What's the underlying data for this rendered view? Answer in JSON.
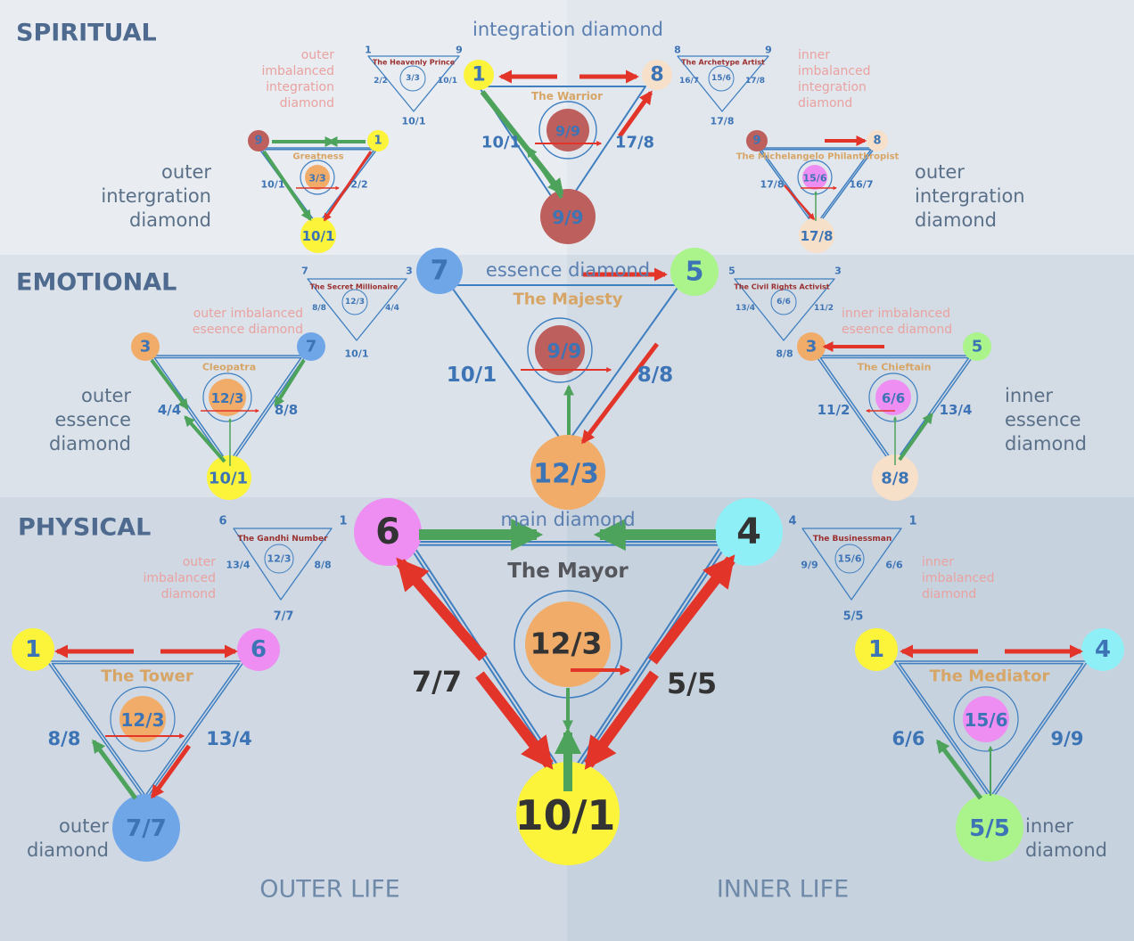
{
  "colors": {
    "band_spiritual_left": "#e9ecf1",
    "band_spiritual_right": "#e2e7ee",
    "band_emotional_left": "#dbe2ea",
    "band_emotional_right": "#d3dbe4",
    "band_physical_left": "#cfd8e3",
    "band_physical_right": "#c7d2df",
    "line_blue": "#3f7fc0",
    "text_blue": "#3d74b5",
    "level_label": "#4e6a8e",
    "caption_pink": "#e9a2a0",
    "title_gold": "#d7a566",
    "prince_red": "#9a2f2f",
    "arrow_red": "#e3342a",
    "arrow_green": "#4ea35c",
    "yellow": "#fbf43a",
    "pink": "#ee8ef2",
    "cyan": "#8ef0f6",
    "orange": "#f0ac68",
    "dark_red": "#bd5f5d",
    "blue": "#6fa6e8",
    "green": "#abf48c",
    "peach": "#f7e0ca",
    "dark_text": "#333333"
  },
  "levels": {
    "spiritual": "SPIRITUAL",
    "emotional": "EMOTIONAL",
    "physical": "PHYSICAL"
  },
  "footer": {
    "outer_life": "OUTER LIFE",
    "inner_life": "INNER LIFE"
  },
  "labels": {
    "integration_diamond": "integration diamond",
    "essence_diamond": "essence diamond",
    "main_diamond": "main diamond",
    "outer_imbalanced_integration": [
      "outer",
      "imbalanced",
      "integration",
      "diamond"
    ],
    "inner_imbalanced_integration": [
      "inner",
      "imbalanced",
      "integration",
      "diamond"
    ],
    "outer_integration": [
      "outer",
      "intergration",
      "diamond"
    ],
    "inner_integration": [
      "outer",
      "intergration",
      "diamond"
    ],
    "outer_imbalanced_essence": [
      "outer imbalanced",
      "eseence diamond"
    ],
    "inner_imbalanced_essence": [
      "inner imbalanced",
      "eseence diamond"
    ],
    "outer_essence": [
      "outer",
      "essence",
      "diamond"
    ],
    "inner_essence": [
      "inner",
      "essence",
      "diamond"
    ],
    "outer_imbalanced_physical": [
      "outer",
      "imbalanced",
      "diamond"
    ],
    "inner_imbalanced_physical": [
      "inner",
      "imbalanced",
      "diamond"
    ],
    "outer_diamond": [
      "outer",
      "diamond"
    ],
    "inner_diamond": [
      "inner",
      "diamond"
    ]
  },
  "triangles": {
    "warrior": {
      "title": "The Warrior",
      "top_left": "1",
      "top_right": "8",
      "left": "10/1",
      "right": "17/8",
      "center": "9/9",
      "bottom": "9/9"
    },
    "greatness": {
      "title": "Greatness",
      "top_left": "9",
      "top_right": "1",
      "left": "10/1",
      "right": "2/2",
      "center": "3/3",
      "bottom": "10/1"
    },
    "michelangelo": {
      "title": "The Michelangelo Philanthropist",
      "top_left": "9",
      "top_right": "8",
      "left": "17/8",
      "right": "16/7",
      "center": "15/6",
      "bottom": "17/8"
    },
    "heavenly_prince": {
      "title": "The Heavenly Prince",
      "top_left": "1",
      "top_right": "9",
      "left": "2/2",
      "right": "10/1",
      "center": "3/3",
      "bottom": "10/1"
    },
    "archetype_artist": {
      "title": "The Archetype Artist",
      "top_left": "8",
      "top_right": "9",
      "left": "16/7",
      "right": "17/8",
      "center": "15/6",
      "bottom": "17/8"
    },
    "majesty": {
      "title": "The Majesty",
      "top_left": "7",
      "top_right": "5",
      "left": "10/1",
      "right": "8/8",
      "center": "9/9",
      "bottom": "12/3"
    },
    "cleopatra": {
      "title": "Cleopatra",
      "top_left": "3",
      "top_right": "7",
      "left": "4/4",
      "right": "8/8",
      "center": "12/3",
      "bottom": "10/1"
    },
    "chieftain": {
      "title": "The Chieftain",
      "top_left": "3",
      "top_right": "5",
      "left": "11/2",
      "right": "13/4",
      "center": "6/6",
      "bottom": "8/8"
    },
    "secret_millionaire": {
      "title": "The Secret Millionaire",
      "top_left": "7",
      "top_right": "3",
      "left": "8/8",
      "right": "4/4",
      "center": "12/3",
      "bottom": "10/1"
    },
    "civil_rights": {
      "title": "The Civil Rights Activist",
      "top_left": "5",
      "top_right": "3",
      "left": "13/4",
      "right": "11/2",
      "center": "6/6",
      "bottom": "8/8"
    },
    "mayor": {
      "title": "The Mayor",
      "top_left": "6",
      "top_right": "4",
      "left": "7/7",
      "right": "5/5",
      "center": "12/3",
      "bottom": "10/1"
    },
    "tower": {
      "title": "The Tower",
      "top_left": "1",
      "top_right": "6",
      "left": "8/8",
      "right": "13/4",
      "center": "12/3",
      "bottom": "7/7"
    },
    "mediator": {
      "title": "The Mediator",
      "top_left": "1",
      "top_right": "4",
      "left": "6/6",
      "right": "9/9",
      "center": "15/6",
      "bottom": "5/5"
    },
    "gandhi": {
      "title": "The Gandhi Number",
      "top_left": "6",
      "top_right": "1",
      "left": "13/4",
      "right": "8/8",
      "center": "12/3",
      "bottom": "7/7"
    },
    "businessman": {
      "title": "The Businessman",
      "top_left": "4",
      "top_right": "1",
      "left": "9/9",
      "right": "6/6",
      "center": "15/6",
      "bottom": "5/5"
    }
  }
}
